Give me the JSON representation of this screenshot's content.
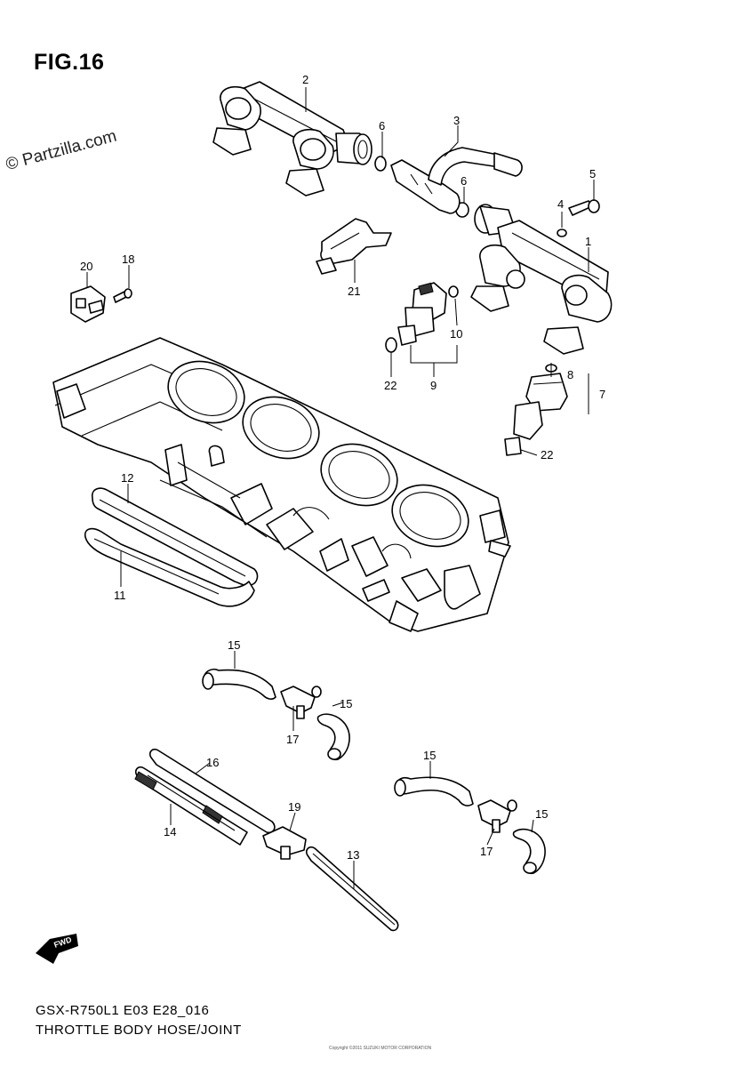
{
  "figure_title": "FIG.16",
  "watermark": "© Partzilla.com",
  "footer": {
    "model_code": "GSX-R750L1 E03 E28_016",
    "section_title": "THROTTLE BODY HOSE/JOINT",
    "fine_print": "Copyright ©2011 SUZUKI MOTOR CORPORATION"
  },
  "direction_badge": "FWD",
  "callouts": [
    {
      "id": "c2",
      "label": "2"
    },
    {
      "id": "c6a",
      "label": "6"
    },
    {
      "id": "c3",
      "label": "3"
    },
    {
      "id": "c6b",
      "label": "6"
    },
    {
      "id": "c5",
      "label": "5"
    },
    {
      "id": "c4",
      "label": "4"
    },
    {
      "id": "c1",
      "label": "1"
    },
    {
      "id": "c20",
      "label": "20"
    },
    {
      "id": "c18",
      "label": "18"
    },
    {
      "id": "c21",
      "label": "21"
    },
    {
      "id": "c10",
      "label": "10"
    },
    {
      "id": "c22a",
      "label": "22"
    },
    {
      "id": "c9",
      "label": "9"
    },
    {
      "id": "c8",
      "label": "8"
    },
    {
      "id": "c7",
      "label": "7"
    },
    {
      "id": "c22b",
      "label": "22"
    },
    {
      "id": "c12",
      "label": "12"
    },
    {
      "id": "c11",
      "label": "11"
    },
    {
      "id": "c15a",
      "label": "15"
    },
    {
      "id": "c15b",
      "label": "15"
    },
    {
      "id": "c17a",
      "label": "17"
    },
    {
      "id": "c16",
      "label": "16"
    },
    {
      "id": "c15c",
      "label": "15"
    },
    {
      "id": "c19",
      "label": "19"
    },
    {
      "id": "c14",
      "label": "14"
    },
    {
      "id": "c15d",
      "label": "15"
    },
    {
      "id": "c17b",
      "label": "17"
    },
    {
      "id": "c13",
      "label": "13"
    }
  ]
}
